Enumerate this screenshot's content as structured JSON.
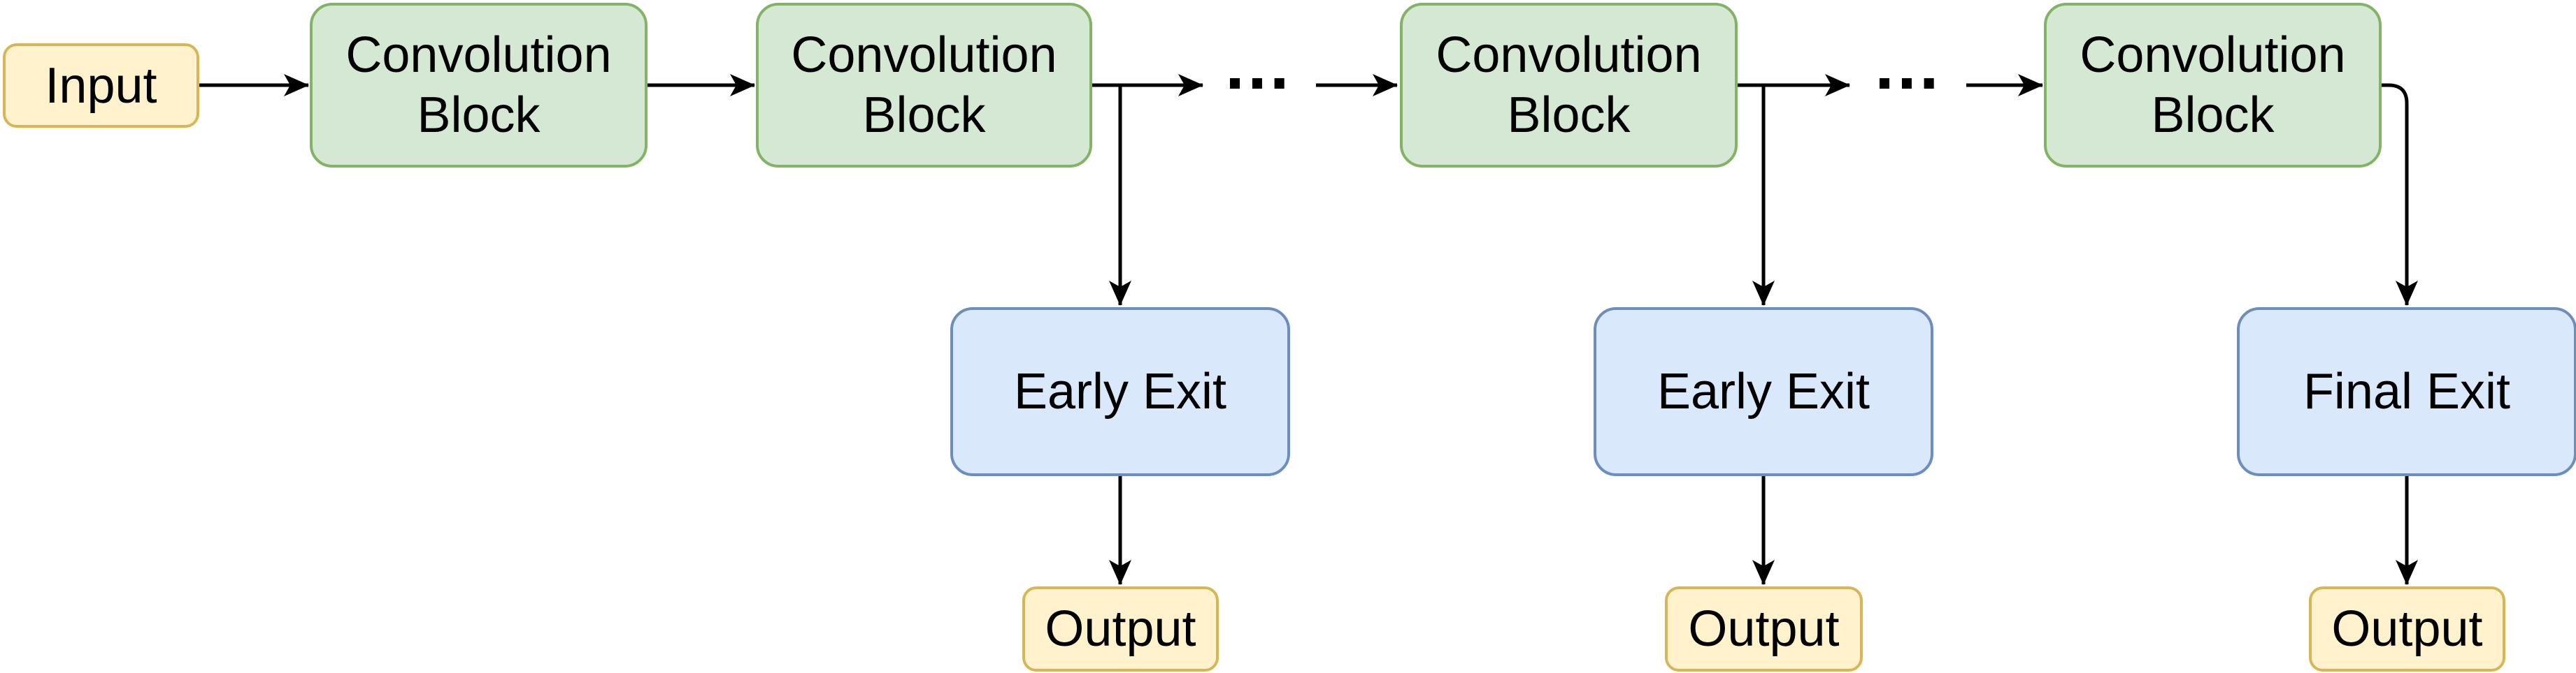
{
  "colors": {
    "conv_fill": "#d5e8d4",
    "conv_stroke": "#82b366",
    "exit_fill": "#dae8fc",
    "exit_stroke": "#6c8ebf",
    "io_fill": "#fff2cc",
    "io_stroke": "#d6b656",
    "connector": "#000000",
    "bg": "#ffffff",
    "text": "#000000"
  },
  "nodes": {
    "input": {
      "label": "Input"
    },
    "conv_block_1": {
      "label": "Convolution Block"
    },
    "conv_block_2": {
      "label": "Convolution Block"
    },
    "conv_block_3": {
      "label": "Convolution Block"
    },
    "conv_block_4": {
      "label": "Convolution Block"
    },
    "early_exit_1": {
      "label": "Early Exit"
    },
    "early_exit_2": {
      "label": "Early Exit"
    },
    "final_exit": {
      "label": "Final Exit"
    },
    "output_1": {
      "label": "Output"
    },
    "output_2": {
      "label": "Output"
    },
    "output_3": {
      "label": "Output"
    }
  },
  "ellipses": [
    "…",
    "…"
  ]
}
